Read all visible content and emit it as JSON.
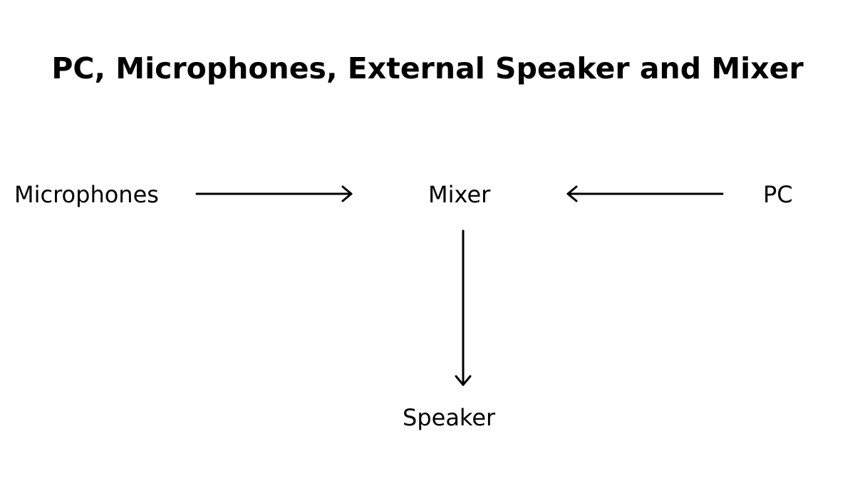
{
  "title": "PC, Microphones, External Speaker and Mixer",
  "nodes": {
    "microphones": "Microphones",
    "mixer": "Mixer",
    "pc": "PC",
    "speaker": "Speaker"
  },
  "edges": [
    {
      "from": "Microphones",
      "to": "Mixer"
    },
    {
      "from": "PC",
      "to": "Mixer"
    },
    {
      "from": "Mixer",
      "to": "Speaker"
    }
  ],
  "colors": {
    "stroke": "#000000",
    "background": "#ffffff"
  }
}
